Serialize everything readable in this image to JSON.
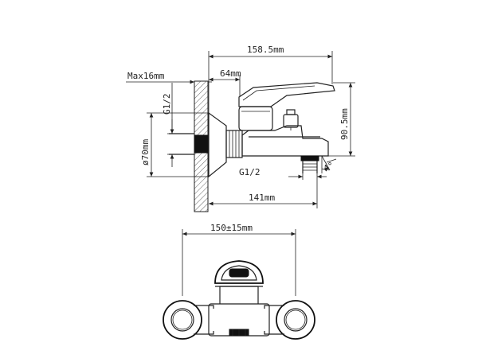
{
  "dimensions": {
    "overall_length": "158.5mm",
    "max_depth": "Max16mm",
    "spout_offset": "64mm",
    "height": "90.5mm",
    "inlet_thread": "G1/2",
    "escutcheon_diameter": "ø70mm",
    "outlet_thread": "G1/2",
    "angle": "4°",
    "projection": "141mm",
    "center_distance": "150±15mm"
  }
}
